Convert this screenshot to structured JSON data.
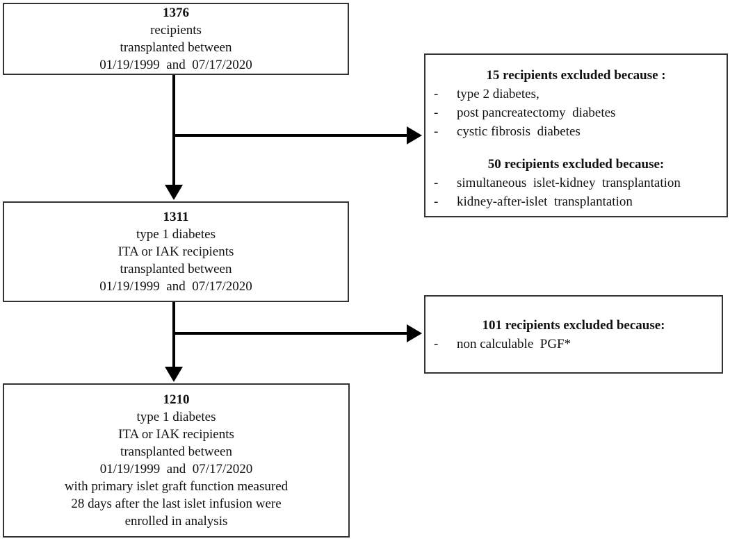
{
  "colors": {
    "background": "#ffffff",
    "box_border": "#333333",
    "text": "#111111",
    "arrow": "#000000"
  },
  "boxes": {
    "top": {
      "count": "1376",
      "lines": [
        "recipients",
        "transplanted between",
        "01/19/1999  and  07/17/2020"
      ]
    },
    "middle": {
      "count": "1311",
      "lines": [
        "type 1 diabetes",
        "ITA or IAK recipients",
        "transplanted between",
        "01/19/1999  and  07/17/2020"
      ]
    },
    "bottom": {
      "count": "1210",
      "lines": [
        "type 1 diabetes",
        "ITA or IAK recipients",
        "transplanted between",
        "01/19/1999  and  07/17/2020",
        "with primary islet graft function measured",
        "28 days after the last islet infusion were",
        "enrolled in analysis"
      ]
    },
    "exclusion1": {
      "groups": [
        {
          "header": "15 recipients excluded because :",
          "items": [
            "type 2 diabetes,",
            "post pancreatectomy  diabetes",
            "cystic fibrosis  diabetes"
          ]
        },
        {
          "header": "50 recipients excluded because:",
          "items": [
            "simultaneous  islet-kidney  transplantation",
            "kidney-after-islet  transplantation"
          ]
        }
      ]
    },
    "exclusion2": {
      "groups": [
        {
          "header": "101 recipients excluded because:",
          "items": [
            "non calculable  PGF*"
          ]
        }
      ]
    }
  },
  "bullet": "-"
}
